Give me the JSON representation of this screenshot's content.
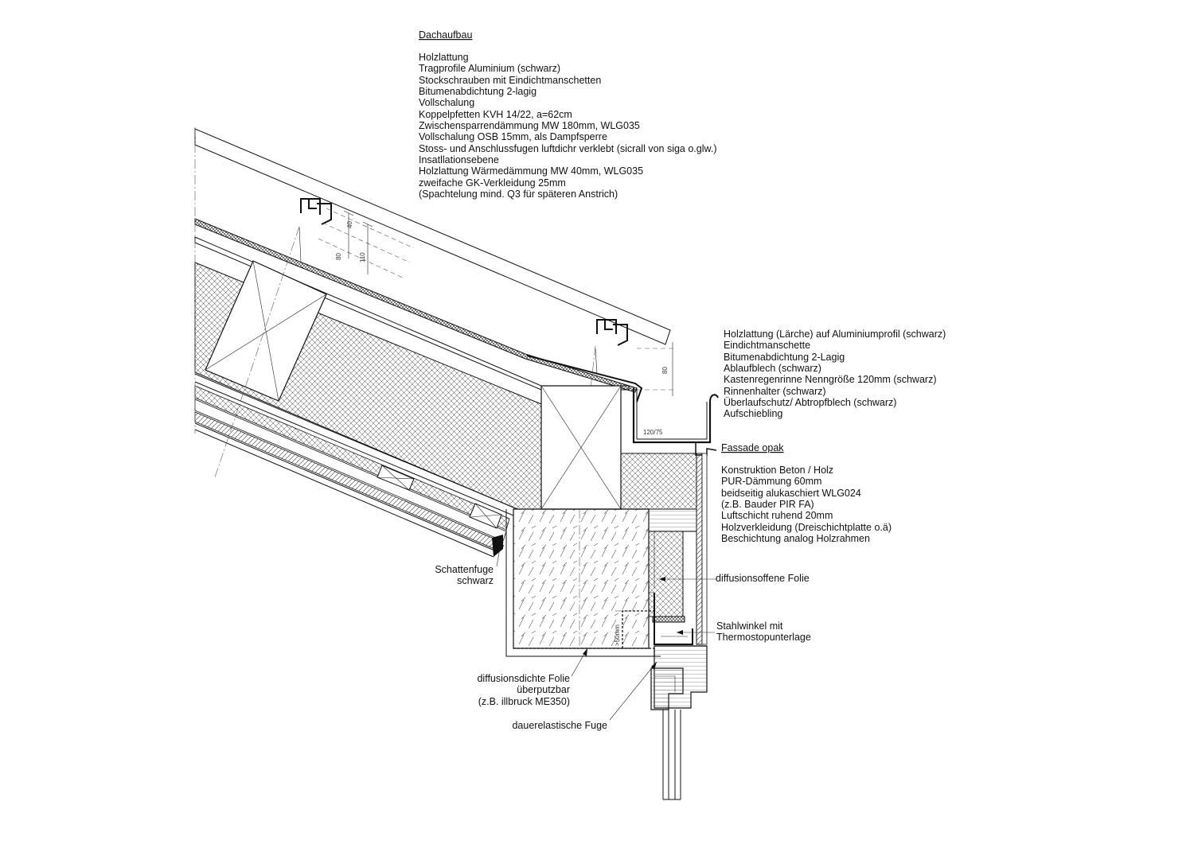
{
  "roof_build_up": {
    "heading": "Dachaufbau",
    "layers": [
      "Holzlattung",
      "Tragprofile Aluminium (schwarz)",
      "Stockschrauben mit Eindichtmanschetten",
      "Bitumenabdichtung 2-lagig",
      "Vollschalung",
      "Koppelpfetten KVH 14/22, a=62cm",
      "Zwischensparrendämmung MW 180mm, WLG035",
      "Vollschalung OSB 15mm, als Dampfsperre",
      "Stoss- und Anschlussfugen luftdichr verklebt (sicrall von siga o.glw.)",
      "Insatllationsebene",
      "Holzlattung Wärmedämmung MW 40mm, WLG035",
      "zweifache GK-Verkleidung 25mm",
      "(Spachtelung mind. Q3 für späteren Anstrich)"
    ]
  },
  "eaves_labels": [
    "Holzlattung (Lärche) auf Aluminiumprofil (schwarz)",
    "Eindichtmanschette",
    "Bitumenabdichtung 2-Lagig",
    "Ablaufblech (schwarz)",
    "Kastenregenrinne Nenngröße 120mm (schwarz)",
    "Rinnenhalter (schwarz)",
    "Überlaufschutz/ Abtropfblech (schwarz)",
    "Aufschiebling"
  ],
  "facade": {
    "heading": "Fassade opak",
    "layers": [
      "Konstruktion Beton / Holz",
      "PUR-Dämmung 60mm",
      "beidseitig alukaschiert WLG024",
      "(z.B. Bauder PIR FA)",
      "Luftschicht ruhend 20mm",
      "Holzverkleidung (Dreischichtplatte o.ä)",
      "Beschichtung analog Holzrahmen"
    ]
  },
  "callouts": {
    "shadow_gap": [
      "Schattenfuge",
      "schwarz"
    ],
    "membrane_open": "diffusionsoffene Folie",
    "steel_angle": [
      "Stahlwinkel mit",
      "Thermostopunterlage"
    ],
    "membrane_tight": [
      "diffusionsdichte Folie",
      "überputzbar",
      "(z.B. illbruck ME350)"
    ],
    "elastic_joint": "dauerelastische Fuge"
  },
  "dimensions": {
    "d40": "40",
    "d80": "80",
    "d110": "110",
    "d80b": "80",
    "gutter_size": "120/75",
    "min50": ">50mm"
  }
}
